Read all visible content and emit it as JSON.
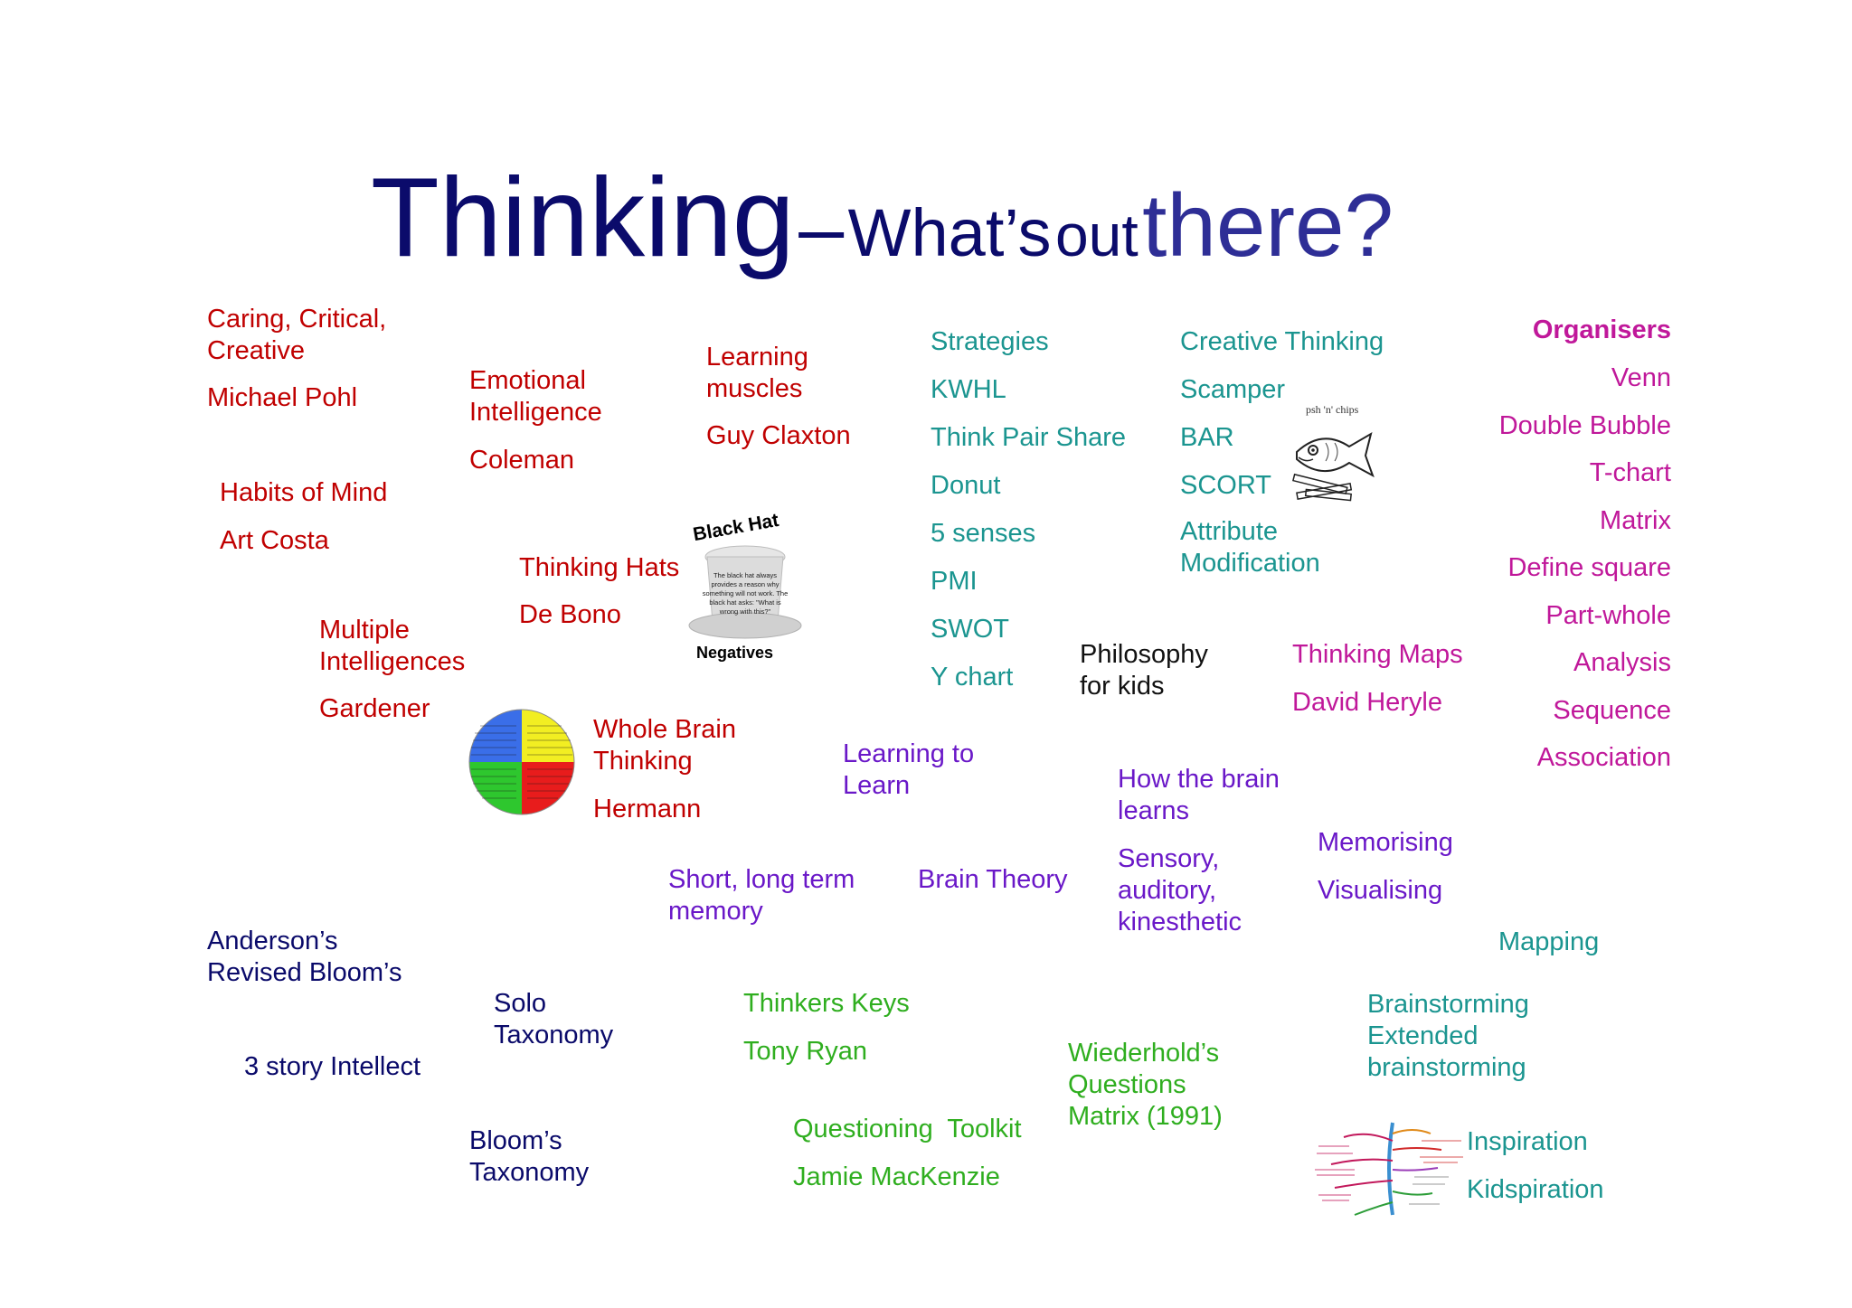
{
  "title": {
    "thinking": "Thinking",
    "dash": "–",
    "whats": "What’s",
    "out": "out",
    "there": "there?"
  },
  "blocks": {
    "caring": "Caring, Critical,\nCreative",
    "pohl": "Michael Pohl",
    "habits": "Habits of Mind",
    "costa": "Art Costa",
    "emotional": "Emotional\nIntelligence",
    "coleman": "Coleman",
    "learning_muscles": "Learning\nmuscles",
    "claxton": "Guy Claxton",
    "hats": "Thinking Hats",
    "debono": "De Bono",
    "multiple": "Multiple\nIntelligences",
    "gardener": "Gardener",
    "wholebrain": "Whole Brain\nThinking",
    "hermann": "Hermann",
    "strategies": [
      "Strategies",
      "KWHL",
      "Think Pair Share",
      "Donut",
      "5 senses",
      "PMI",
      "SWOT",
      "Y chart"
    ],
    "creative": [
      "Creative Thinking",
      "Scamper",
      "BAR",
      "SCORT"
    ],
    "attribute": "Attribute\nModification",
    "organisers_head": "Organisers",
    "organisers": [
      "Venn",
      "Double Bubble",
      "T-chart",
      "Matrix",
      "Define square",
      "Part-whole",
      "Analysis",
      "Sequence",
      "Association"
    ],
    "philosophy": "Philosophy\nfor kids",
    "maps": "Thinking Maps",
    "heryle": "David Heryle",
    "learning_to_learn": "Learning to\nLearn",
    "how_brain": "How the brain\nlearns",
    "sensory": "Sensory,\nauditory,\nkinesthetic",
    "memorising": "Memorising",
    "visualising": "Visualising",
    "shortlong": "Short, long term\nmemory",
    "brain_theory": "Brain Theory",
    "mapping": "Mapping",
    "anderson": "Anderson’s\nRevised Bloom’s",
    "solo": "Solo\nTaxonomy",
    "three_story": "3 story Intellect",
    "blooms": "Bloom’s\nTaxonomy",
    "thinkers_keys": "Thinkers Keys",
    "tony": "Tony Ryan",
    "questioning": "Questioning  Toolkit",
    "mackenzie": "Jamie MacKenzie",
    "wiederhold": "Wiederhold’s\nQuestions\nMatrix (1991)",
    "brainstorming": "Brainstorming\nExtended\nbrainstorming",
    "inspiration": "Inspiration",
    "kidspiration": "Kidspiration"
  },
  "blackhat": {
    "title": "Black Hat",
    "body": "The black hat always provides a reason why something will not work. The black hat asks: \"What is wrong with this?\"",
    "caption": "Negatives"
  },
  "fish": {
    "caption": "psh 'n' chips"
  },
  "colors": {
    "red": "#c00000",
    "teal": "#1b9590",
    "magenta": "#c0189a",
    "purple": "#6a18c8",
    "navy": "#0a0a6a",
    "green": "#2fae1f"
  }
}
